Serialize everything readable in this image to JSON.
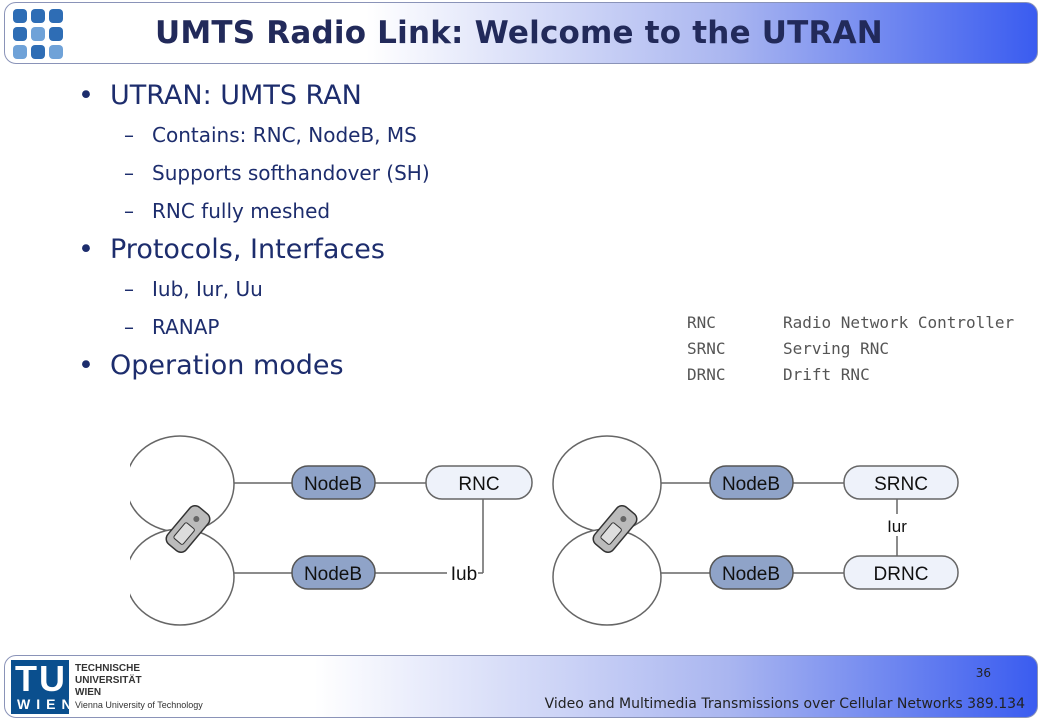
{
  "header": {
    "title": "UMTS Radio Link: Welcome to the UTRAN",
    "logo_icon": "dot-grid-logo-icon"
  },
  "bullets": [
    {
      "text": "UTRAN: UMTS RAN",
      "sub": [
        "Contains: RNC, NodeB, MS",
        "Supports softhandover (SH)",
        "RNC fully meshed"
      ]
    },
    {
      "text": "Protocols, Interfaces",
      "sub": [
        "Iub, Iur, Uu",
        "RANAP"
      ]
    },
    {
      "text": "Operation modes",
      "sub": []
    }
  ],
  "abbreviations": [
    {
      "abbr": "RNC",
      "meaning": "Radio Network Controller"
    },
    {
      "abbr": "SRNC",
      "meaning": "Serving RNC"
    },
    {
      "abbr": "DRNC",
      "meaning": "Drift RNC"
    }
  ],
  "diagram": {
    "left": {
      "nodeb_top": "NodeB",
      "nodeb_bottom": "NodeB",
      "rnc": "RNC",
      "link": "Iub"
    },
    "right": {
      "nodeb_top": "NodeB",
      "nodeb_bottom": "NodeB",
      "srnc": "SRNC",
      "drnc": "DRNC",
      "link": "Iur"
    }
  },
  "footer": {
    "logo_tu": "TU",
    "logo_wien": "WIEN",
    "logo_line1": "TECHNISCHE",
    "logo_line2": "UNIVERSITÄT",
    "logo_line3": "WIEN",
    "logo_line4": "Vienna University of Technology",
    "page_number": "36",
    "course": "Video and Multimedia Transmissions over Cellular Networks 389.134"
  },
  "colors": {
    "accent": "#3a5cf0",
    "text": "#1d2d6d",
    "nodeb_fill": "#8fa3c8",
    "rnc_fill": "#eef2fa"
  }
}
